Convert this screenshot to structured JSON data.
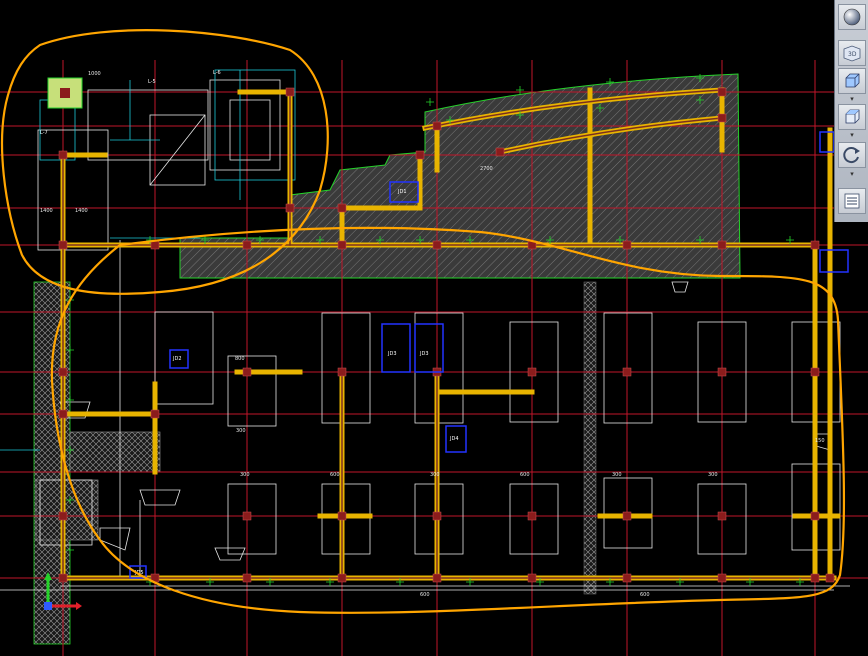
{
  "toolbar": {
    "items": [
      {
        "name": "sphere-render-button",
        "label": ""
      },
      {
        "name": "view-3d-button",
        "label": "3D"
      },
      {
        "name": "view-cube-button",
        "label": ""
      },
      {
        "name": "view-box-button",
        "label": ""
      },
      {
        "name": "orbit-rotate-button",
        "label": ""
      },
      {
        "name": "layer-list-button",
        "label": ""
      }
    ],
    "dropdown_glyph": "▾"
  },
  "drawing": {
    "detail_tags": [
      "L-5",
      "L-6",
      "L-7"
    ],
    "dimension_labels": [
      "1000",
      "1400",
      "1400",
      "2700",
      "150",
      "800",
      "300",
      "600",
      "600",
      "300",
      "300",
      "300",
      "300",
      "600",
      "600"
    ],
    "box_labels": [
      "JD1",
      "JD2",
      "JD3",
      "JD3",
      "JD4",
      "JD5"
    ],
    "colors": {
      "background": "#000000",
      "gridline": "#c0162a",
      "beam": "#e8b400",
      "beam_core": "#7a3020",
      "highlight": "#ffa500",
      "dimension": "#25d22a",
      "outline": "#e6e6e6",
      "hatch": "#5b5b5b",
      "blue_box": "#2233ff",
      "cyan": "#1cc8d8",
      "column": "#8b1c1c"
    }
  }
}
